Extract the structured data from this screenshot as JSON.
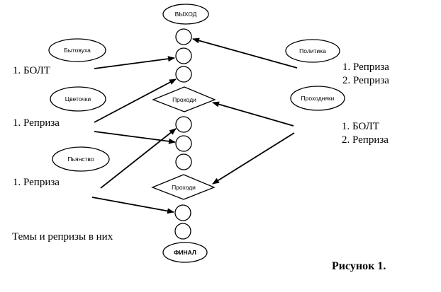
{
  "nodes": {
    "exit": "ВЫХОД",
    "final": "ФИНАЛ",
    "passage_1": "Проходи",
    "passage_2": "Проходи"
  },
  "themes": {
    "bytovukha": {
      "title": "Бытовуха",
      "lines": [
        "1. БОЛТ"
      ]
    },
    "tsvetochki": {
      "title": "Цветочки",
      "lines": [
        "1. Реприза"
      ]
    },
    "pyanstvo": {
      "title": "Пьянство",
      "lines": [
        "1. Реприза"
      ]
    },
    "politika": {
      "title": "Политика",
      "lines": [
        "1. Реприза",
        "2. Реприза"
      ]
    },
    "prokhodnyaki": {
      "title": "Проходняки",
      "lines": [
        "1. БОЛТ",
        "2. Реприза"
      ]
    }
  },
  "caption_themes": "Темы и репризы в них",
  "figure_label": "Рисунок 1."
}
